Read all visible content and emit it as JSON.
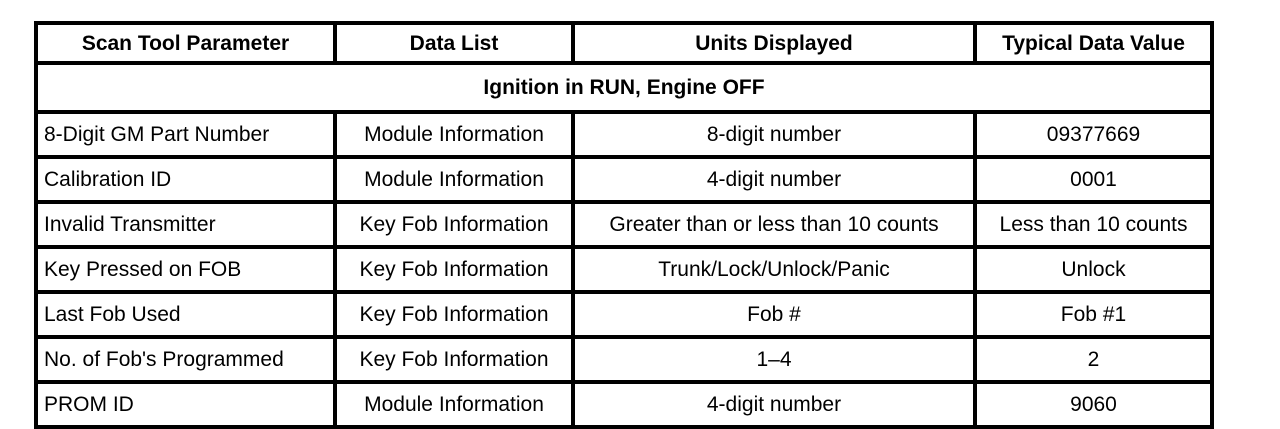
{
  "table": {
    "columns": [
      "Scan Tool Parameter",
      "Data List",
      "Units Displayed",
      "Typical Data Value"
    ],
    "section_title": "Ignition in RUN, Engine OFF",
    "rows": [
      {
        "parameter": "8-Digit GM Part Number",
        "data_list": "Module Information",
        "units": "8-digit number",
        "value": "09377669"
      },
      {
        "parameter": "Calibration ID",
        "data_list": "Module Information",
        "units": "4-digit number",
        "value": "0001"
      },
      {
        "parameter": "Invalid Transmitter",
        "data_list": "Key Fob Information",
        "units": "Greater than or less than 10 counts",
        "value": "Less than 10 counts"
      },
      {
        "parameter": "Key Pressed on FOB",
        "data_list": "Key Fob Information",
        "units": "Trunk/Lock/Unlock/Panic",
        "value": "Unlock"
      },
      {
        "parameter": "Last Fob Used",
        "data_list": "Key Fob Information",
        "units": "Fob #",
        "value": "Fob #1"
      },
      {
        "parameter": "No. of Fob's Programmed",
        "data_list": "Key Fob Information",
        "units": "1–4",
        "value": "2"
      },
      {
        "parameter": "PROM ID",
        "data_list": "Module Information",
        "units": "4-digit number",
        "value": "9060"
      }
    ]
  },
  "colors": {
    "border": "#000000",
    "background": "#ffffff",
    "text": "#000000"
  }
}
